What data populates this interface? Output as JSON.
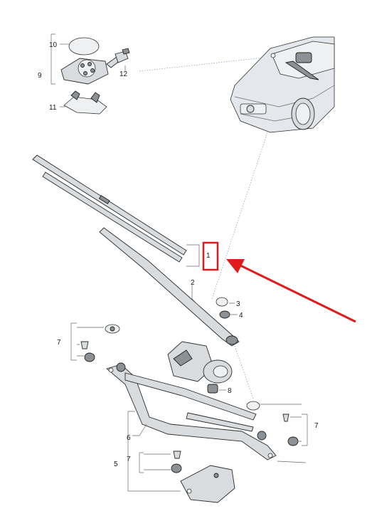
{
  "callouts": {
    "c1": "1",
    "c2": "2",
    "c3": "3",
    "c4": "4",
    "c5": "5",
    "c6": "6",
    "c7a": "7",
    "c7b": "7",
    "c7c": "7",
    "c8": "8",
    "c9": "9",
    "c10": "10",
    "c11": "11",
    "c12": "12"
  },
  "colors": {
    "highlight": "#e11b1b",
    "leader": "#6a6a6a",
    "dotted_guide": "#7a9bb5"
  },
  "highlighted_callout": "1"
}
